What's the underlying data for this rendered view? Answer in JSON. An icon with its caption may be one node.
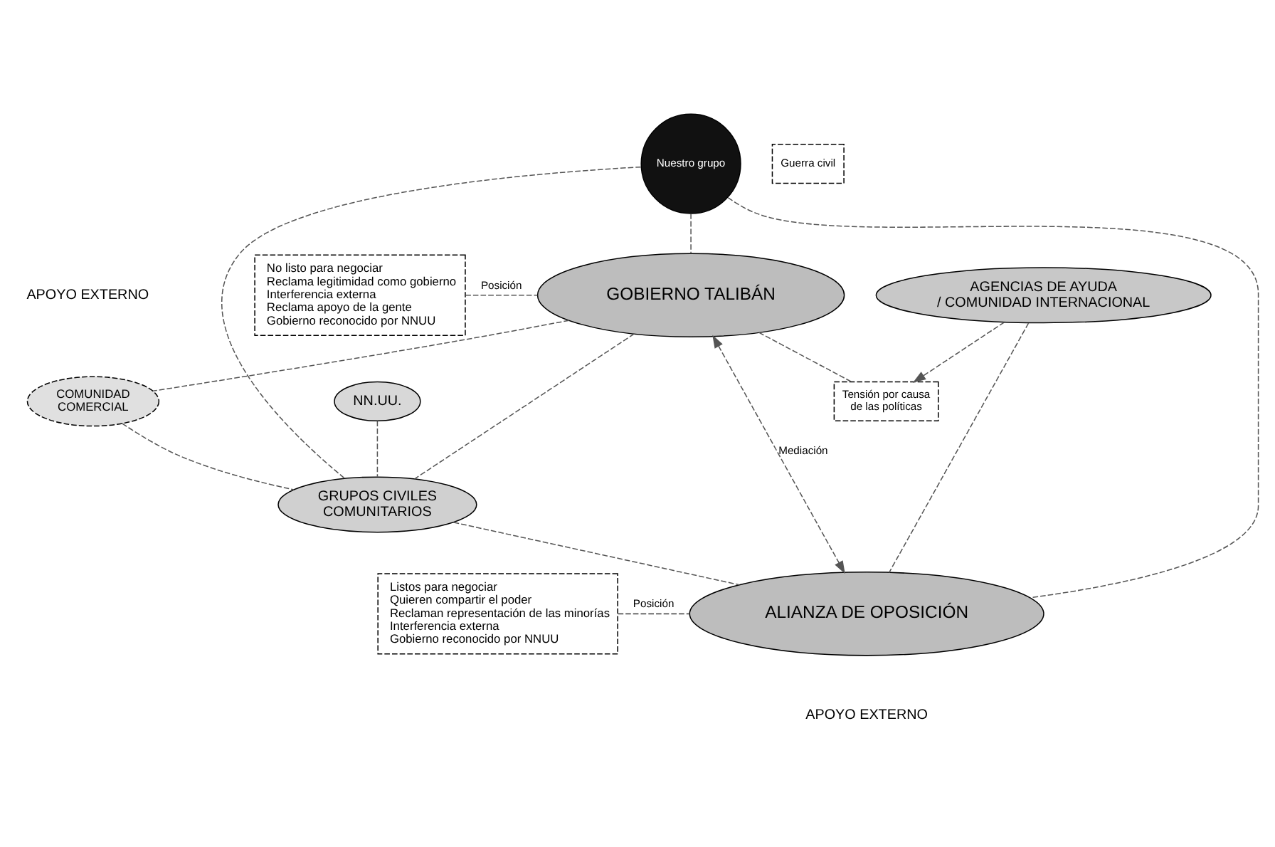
{
  "diagram": {
    "nodes": [
      {
        "text": [
          "No listo para negociar",
          "Reclama legitimidad como gobierno",
          "Interferencia externa",
          "Reclama apoyo de la gente",
          "Gobierno reconocido por NNUU"
        ]
      },
      {
        "text": [
          "GOBIERNO TALIBÁN"
        ]
      },
      {
        "text": [
          "COMUNIDAD COMERCIAL"
        ]
      },
      {
        "text": [
          "Tensión por causa de las políticas"
        ]
      },
      {
        "text": [
          "Guerra civil"
        ]
      },
      {
        "text": [
          "Nuestro grupo"
        ]
      },
      {
        "text": [
          "GRUPOS CIVILES COMUNITARIOS"
        ]
      },
      {
        "text": [
          "AGENCIAS DE AYUDA / COMUNIDAD INTERNACIONAL"
        ]
      },
      {
        "text": [
          "NN.UU."
        ]
      },
      {
        "text": [
          "ALIANZA DE OPOSICIÓN"
        ]
      },
      {
        "text": [
          "Listos para negociar",
          "Quieren compartir el poder",
          "Reclaman representación de las minorías",
          "Interferencia externa",
          "Gobierno reconocido por NNUU"
        ]
      }
    ],
    "edges": [
      {
        "from": 0,
        "to": 1,
        "arrow": "none",
        "label": "Posición",
        "style": "dashed"
      },
      {
        "from": 1,
        "to": 9,
        "arrow": "both",
        "label": "Mediación",
        "style": "dashed"
      },
      {
        "from": 1,
        "to": 3,
        "arrow": "none",
        "style": "dashed"
      },
      {
        "from": 7,
        "to": 3,
        "arrow": "to",
        "style": "dashed"
      },
      {
        "from": 1,
        "to": 2,
        "arrow": "none",
        "style": "dashed"
      },
      {
        "from": 2,
        "to": 6,
        "arrow": "none",
        "style": "dashed"
      },
      {
        "from": 1,
        "to": 6,
        "arrow": "none",
        "style": "dashed"
      },
      {
        "from": 5,
        "to": 1,
        "arrow": "none",
        "style": "dashed"
      },
      {
        "from": 5,
        "to": 6,
        "arrow": "none",
        "style": "dashed"
      },
      {
        "from": 5,
        "to": 9,
        "arrow": "none",
        "style": "dashed"
      },
      {
        "from": 8,
        "to": 6,
        "arrow": "none",
        "style": "dashed"
      },
      {
        "from": 7,
        "to": 9,
        "arrow": "none",
        "style": "dashed"
      },
      {
        "from": 6,
        "to": 9,
        "arrow": "none",
        "style": "dashed"
      },
      {
        "from": 10,
        "to": 9,
        "arrow": "none",
        "label": "Posición",
        "style": "dashed"
      }
    ],
    "labels": [
      "APOYO EXTERNO",
      "APOYO EXTERNO"
    ]
  }
}
